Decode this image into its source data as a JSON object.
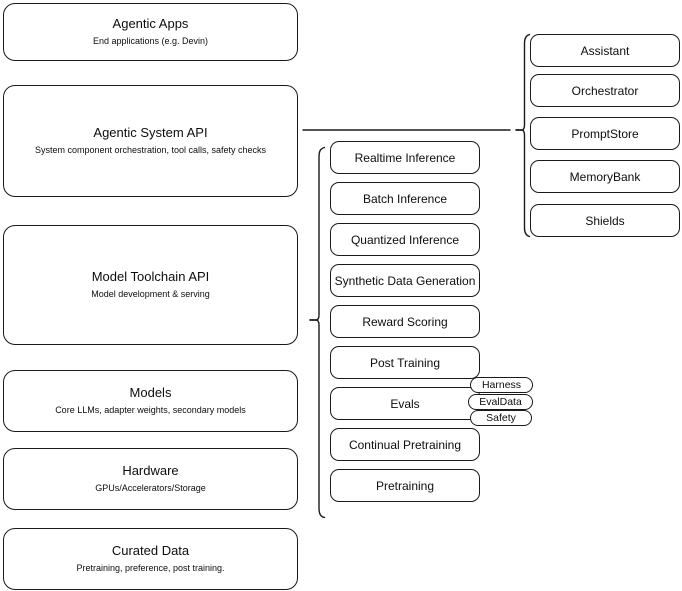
{
  "diagram": {
    "title": "AI stack layered architecture",
    "stroke_color": "#1a1a1a",
    "background_color": "#ffffff"
  },
  "layers": [
    {
      "id": "agentic-apps",
      "title": "Agentic Apps",
      "subtitle": "End applications (e.g. Devin)"
    },
    {
      "id": "agentic-system-api",
      "title": "Agentic System API",
      "subtitle": "System component orchestration, tool calls, safety checks"
    },
    {
      "id": "model-toolchain-api",
      "title": "Model Toolchain API",
      "subtitle": "Model development & serving"
    },
    {
      "id": "models",
      "title": "Models",
      "subtitle": "Core LLMs, adapter weights, secondary models"
    },
    {
      "id": "hardware",
      "title": "Hardware",
      "subtitle": "GPUs/Accelerators/Storage"
    },
    {
      "id": "curated-data",
      "title": "Curated Data",
      "subtitle": "Pretraining, preference, post training."
    }
  ],
  "agentic_components": [
    {
      "id": "assistant",
      "label": "Assistant"
    },
    {
      "id": "orchestrator",
      "label": "Orchestrator"
    },
    {
      "id": "promptstore",
      "label": "PromptStore"
    },
    {
      "id": "memorybank",
      "label": "MemoryBank"
    },
    {
      "id": "shields",
      "label": "Shields"
    }
  ],
  "toolchain_components": [
    {
      "id": "realtime-inference",
      "label": "Realtime Inference"
    },
    {
      "id": "batch-inference",
      "label": "Batch Inference"
    },
    {
      "id": "quantized-inference",
      "label": "Quantized Inference"
    },
    {
      "id": "synthetic-data-generation",
      "label": "Synthetic Data Generation"
    },
    {
      "id": "reward-scoring",
      "label": "Reward Scoring"
    },
    {
      "id": "post-training",
      "label": "Post Training"
    },
    {
      "id": "evals",
      "label": "Evals"
    },
    {
      "id": "continual-pretraining",
      "label": "Continual Pretraining"
    },
    {
      "id": "pretraining",
      "label": "Pretraining"
    }
  ],
  "evals_badges": [
    {
      "id": "harness",
      "label": "Harness"
    },
    {
      "id": "evaldata",
      "label": "EvalData"
    },
    {
      "id": "safety",
      "label": "Safety"
    }
  ]
}
